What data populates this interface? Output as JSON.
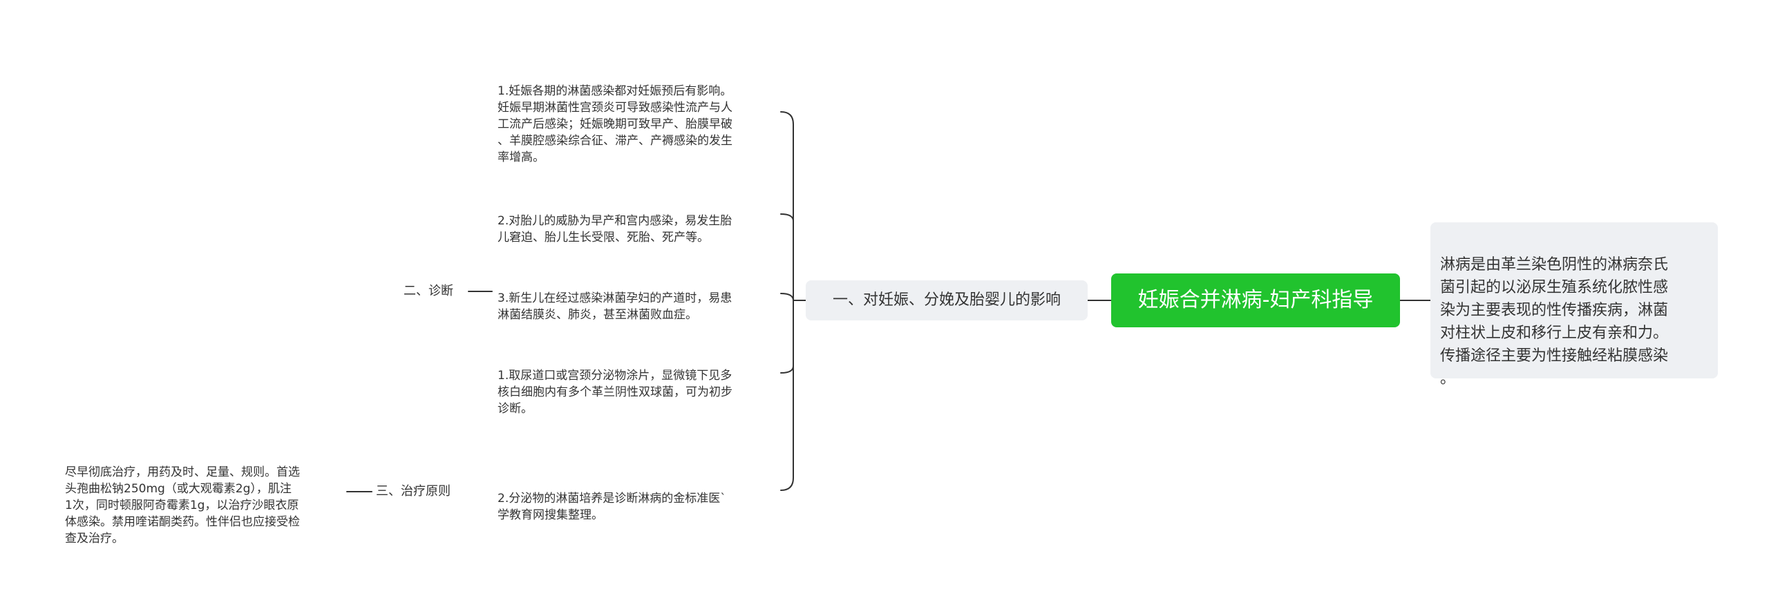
{
  "root": {
    "title": "妊娠合并淋病-妇产科指导"
  },
  "description": "淋病是由革兰染色阴性的淋病奈氏\n菌引起的以泌尿生殖系统化脓性感\n染为主要表现的性传播疾病，淋菌\n对柱状上皮和移行上皮有亲和力。\n传播途径主要为性接触经粘膜感染\n。",
  "main_branch": {
    "label": "一、对妊娠、分娩及胎婴儿的影响"
  },
  "details": [
    {
      "text": "1.妊娠各期的淋菌感染都对妊娠预后有影响。\n妊娠早期淋菌性宫颈炎可导致感染性流产与人\n工流产后感染；妊娠晚期可致早产、胎膜早破\n、羊膜腔感染综合征、滞产、产褥感染的发生\n率增高。"
    },
    {
      "text": "2.对胎儿的威胁为早产和宫内感染，易发生胎\n儿窘迫、胎儿生长受限、死胎、死产等。"
    },
    {
      "text": "3.新生儿在经过感染淋菌孕妇的产道时，易患\n淋菌结膜炎、肺炎，甚至淋菌败血症。"
    },
    {
      "text": "1.取尿道口或宫颈分泌物涂片，显微镜下见多\n核白细胞内有多个革兰阴性双球菌，可为初步\n诊断。"
    },
    {
      "text": "2.分泌物的淋菌培养是诊断淋病的金标准医`\n学教育网搜集整理。"
    }
  ],
  "side_labels": [
    {
      "label": "二、诊断"
    },
    {
      "label": "三、治疗原则"
    }
  ],
  "treatment": {
    "text": "尽早彻底治疗，用药及时、足量、规则。首选\n头孢曲松钠250mg（或大观霉素2g），肌注\n1次，同时顿服阿奇霉素1g，以治疗沙眼衣原\n体感染。禁用喹诺酮类药。性伴侣也应接受检\n查及治疗。"
  },
  "colors": {
    "root_fill": "#21c32e",
    "box_fill": "#eef0f3",
    "line": "#333333",
    "text": "#333333"
  }
}
